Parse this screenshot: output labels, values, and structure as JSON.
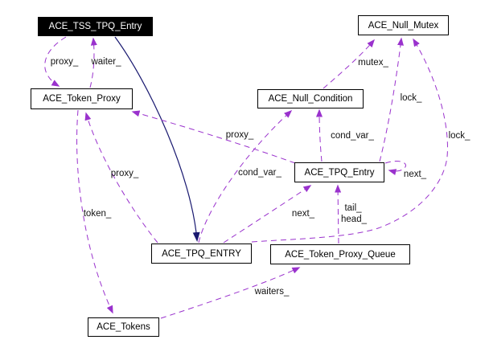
{
  "diagram": {
    "type": "collaboration-graph",
    "subject_class": "ACE_TSS_TPQ_Entry"
  },
  "colors": {
    "usage_edge": "#9a32cd",
    "inheritance_edge": "#191970",
    "subject_bg": "#000000",
    "subject_fg": "#ffffff",
    "node_bg": "#ffffff",
    "node_border": "#000000"
  },
  "nodes": [
    {
      "id": "ace-tss-tpq-entry",
      "label": "ACE_TSS_TPQ_Entry"
    },
    {
      "id": "ace-null-mutex",
      "label": "ACE_Null_Mutex"
    },
    {
      "id": "ace-token-proxy",
      "label": "ACE_Token_Proxy"
    },
    {
      "id": "ace-null-condition",
      "label": "ACE_Null_Condition"
    },
    {
      "id": "ace-tpq-entry",
      "label": "ACE_TPQ_Entry"
    },
    {
      "id": "ace-tpq-entry-caps",
      "label": "ACE_TPQ_ENTRY"
    },
    {
      "id": "ace-token-proxy-queue",
      "label": "ACE_Token_Proxy_Queue"
    },
    {
      "id": "ace-tokens",
      "label": "ACE_Tokens"
    }
  ],
  "edge_labels": [
    {
      "text": "proxy_"
    },
    {
      "text": "waiter_"
    },
    {
      "text": "mutex_"
    },
    {
      "text": "lock_"
    },
    {
      "text": "lock_"
    },
    {
      "text": "proxy_"
    },
    {
      "text": "cond_var_"
    },
    {
      "text": "cond_var_"
    },
    {
      "text": "proxy_"
    },
    {
      "text": "next_"
    },
    {
      "text": "token_"
    },
    {
      "text": "next_"
    },
    {
      "text": "tail_"
    },
    {
      "text": "head_"
    },
    {
      "text": "waiters_"
    }
  ],
  "edges": [
    {
      "from": "ACE_TSS_TPQ_Entry",
      "to": "ACE_Token_Proxy",
      "label": "proxy_",
      "style": "dashed"
    },
    {
      "from": "ACE_Token_Proxy",
      "to": "ACE_TSS_TPQ_Entry",
      "label": "waiter_",
      "style": "dashed"
    },
    {
      "from": "ACE_TSS_TPQ_Entry",
      "to": "ACE_TPQ_ENTRY",
      "label": "",
      "style": "solid"
    },
    {
      "from": "ACE_TPQ_Entry",
      "to": "ACE_Token_Proxy",
      "label": "proxy_",
      "style": "dashed"
    },
    {
      "from": "ACE_TPQ_ENTRY",
      "to": "ACE_Null_Condition",
      "label": "cond_var_",
      "style": "dashed"
    },
    {
      "from": "ACE_TPQ_Entry",
      "to": "ACE_Null_Condition",
      "label": "cond_var_",
      "style": "dashed"
    },
    {
      "from": "ACE_Null_Condition",
      "to": "ACE_Null_Mutex",
      "label": "mutex_",
      "style": "dashed"
    },
    {
      "from": "ACE_TPQ_Entry",
      "to": "ACE_Null_Mutex",
      "label": "lock_",
      "style": "dashed"
    },
    {
      "from": "ACE_TPQ_ENTRY",
      "to": "ACE_Null_Mutex",
      "label": "lock_",
      "style": "dashed"
    },
    {
      "from": "ACE_TPQ_ENTRY",
      "to": "ACE_Token_Proxy",
      "label": "proxy_",
      "style": "dashed"
    },
    {
      "from": "ACE_Token_Proxy",
      "to": "ACE_Tokens",
      "label": "token_",
      "style": "dashed"
    },
    {
      "from": "ACE_TPQ_ENTRY",
      "to": "ACE_TPQ_Entry",
      "label": "next_",
      "style": "dashed"
    },
    {
      "from": "ACE_TPQ_Entry",
      "to": "ACE_TPQ_Entry",
      "label": "next_",
      "style": "dashed"
    },
    {
      "from": "ACE_Token_Proxy_Queue",
      "to": "ACE_TPQ_Entry",
      "label": "tail_ head_",
      "style": "dashed"
    },
    {
      "from": "ACE_Tokens",
      "to": "ACE_Token_Proxy_Queue",
      "label": "waiters_",
      "style": "dashed"
    }
  ]
}
